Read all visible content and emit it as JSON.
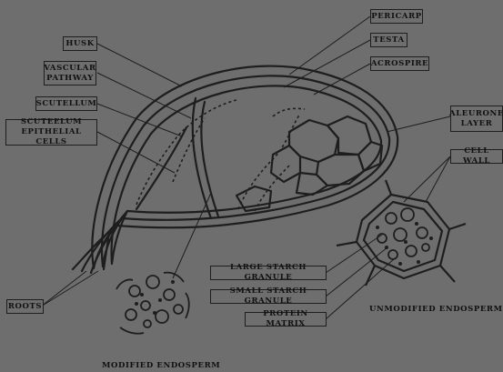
{
  "colors": {
    "background": "#6e6e6e",
    "ink": "#1e1e1e",
    "text": "#111111"
  },
  "labels": {
    "pericarp": "PERICARP",
    "testa": "TESTA",
    "acrospire": "ACROSPIRE",
    "husk": "HUSK",
    "vascular_pathway": "VASCULAR\nPATHWAY",
    "scutellum": "SCUTELLUM",
    "scuteelum_epithelial_cells": "SCUTEELUM\nEPITHELIAL CELLS",
    "aleurone_layer": "ALEURONE\nLAYER",
    "cell_wall": "CELL WALL",
    "roots": "ROOTS",
    "large_starch_granule": "LARGE STARCH GRANULE",
    "small_starch_granule": "SMALL STARCH GRANULE",
    "protein_matrix": "PROTEIN MATRIX"
  },
  "captions": {
    "unmodified_endosperm": "UNMODIFIED ENDOSPERM",
    "modified_endosperm": "MODIFIED ENDOSPERM"
  }
}
